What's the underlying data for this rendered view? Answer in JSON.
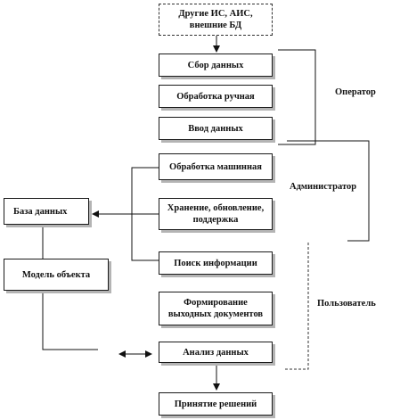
{
  "boxes": {
    "other_systems": "Другие ИС, АИС, внешние БД",
    "data_collection": "Сбор данных",
    "manual_processing": "Обработка ручная",
    "data_input": "Ввод данных",
    "machine_processing": "Обработка машинная",
    "storage": "Хранение, обновление, поддержка",
    "search": "Поиск информации",
    "output_docs": "Формирование выходных документов",
    "data_analysis": "Анализ данных",
    "decision_making": "Принятие решений",
    "database": "База данных",
    "object_model": "Модель объекта"
  },
  "roles": {
    "operator": "Оператор",
    "administrator": "Администратор",
    "user": "Пользователь"
  }
}
